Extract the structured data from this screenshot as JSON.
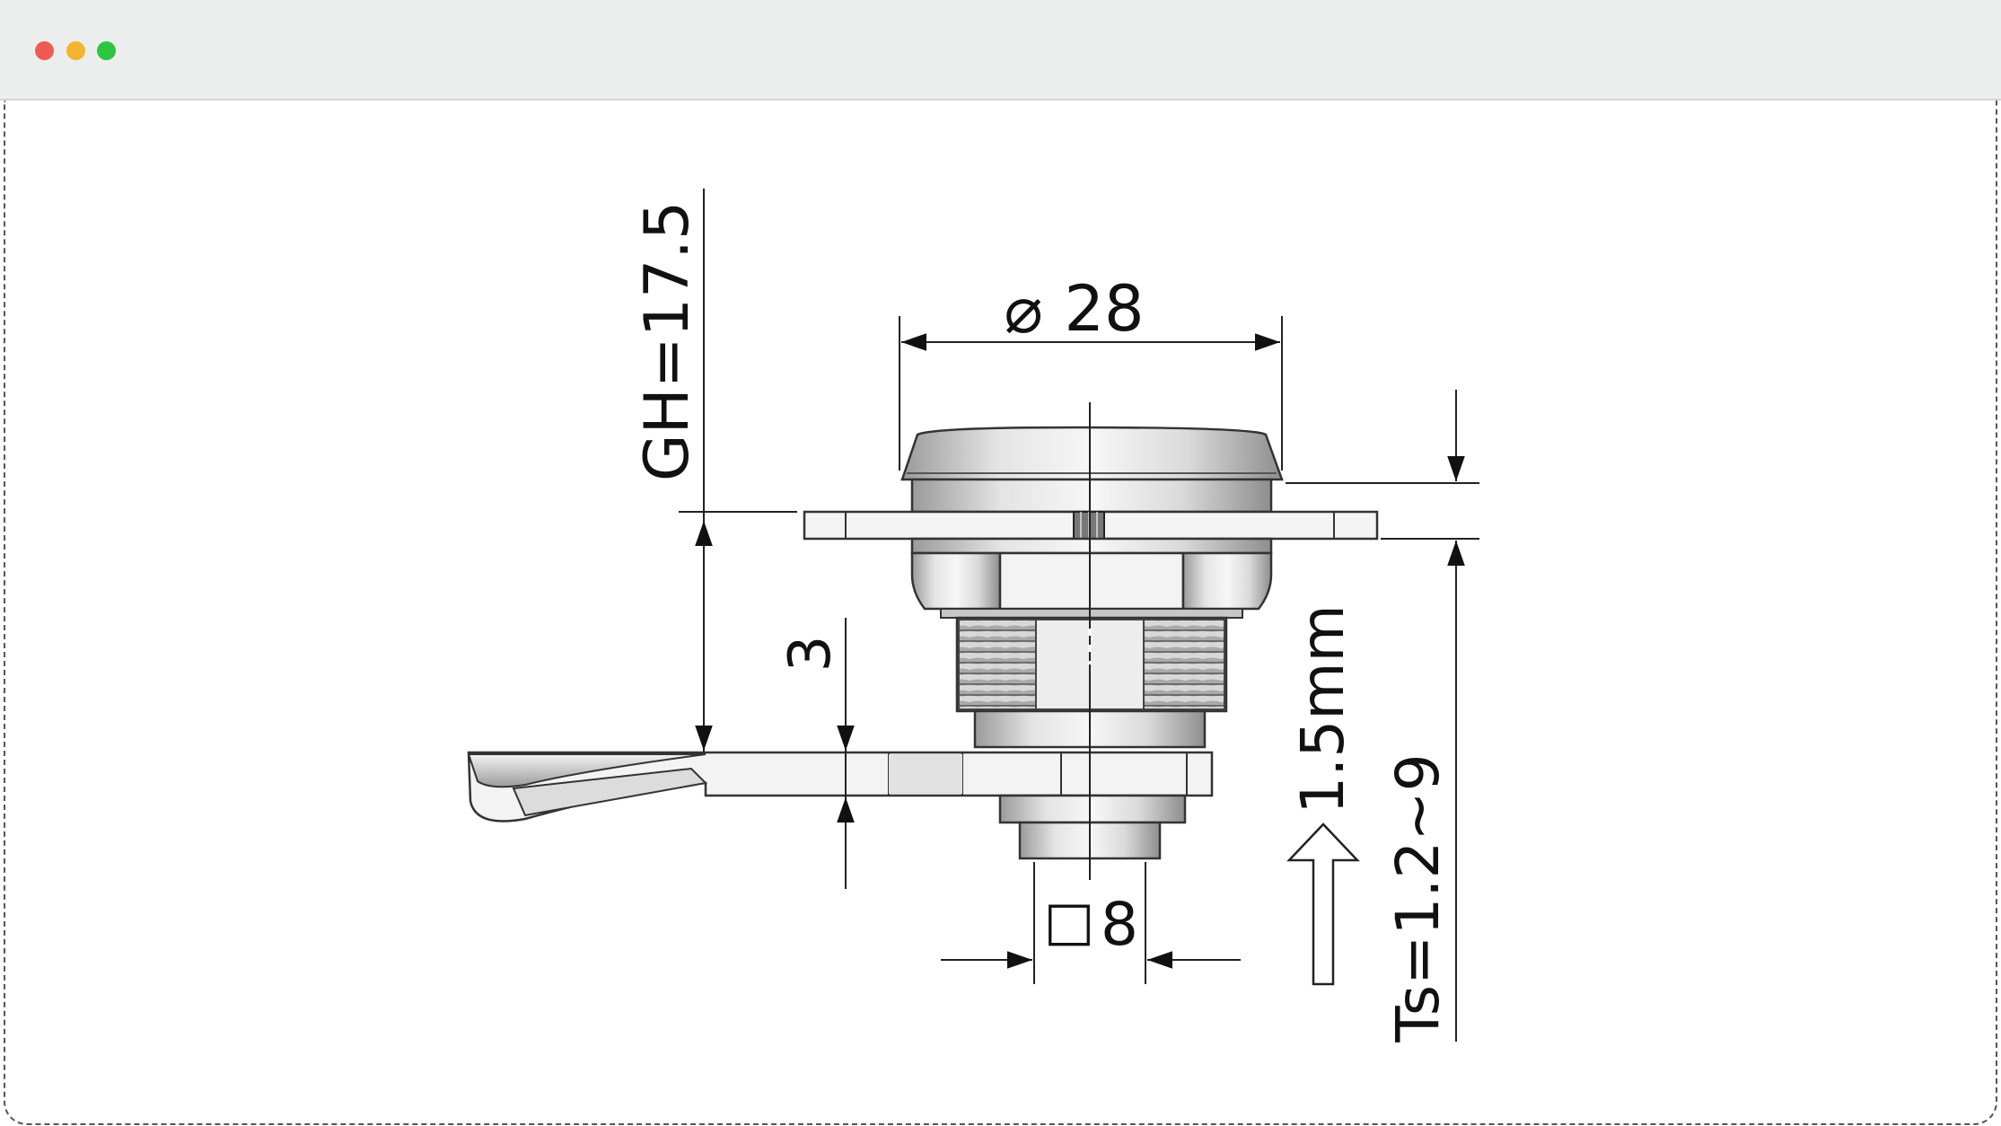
{
  "window": {
    "controls": {
      "close_color": "#ef5b52",
      "minimize_color": "#f5b42f",
      "maximize_color": "#2dc53f"
    }
  },
  "drawing": {
    "dimensions": {
      "diameter_symbol": "⌀",
      "diameter_value": "28",
      "grip_height": "GH=17.5",
      "thickness": "Ts=1.2~9",
      "square_symbol": "□",
      "square_value": "8",
      "cam_thickness": "3",
      "travel": "1.5mm"
    }
  }
}
